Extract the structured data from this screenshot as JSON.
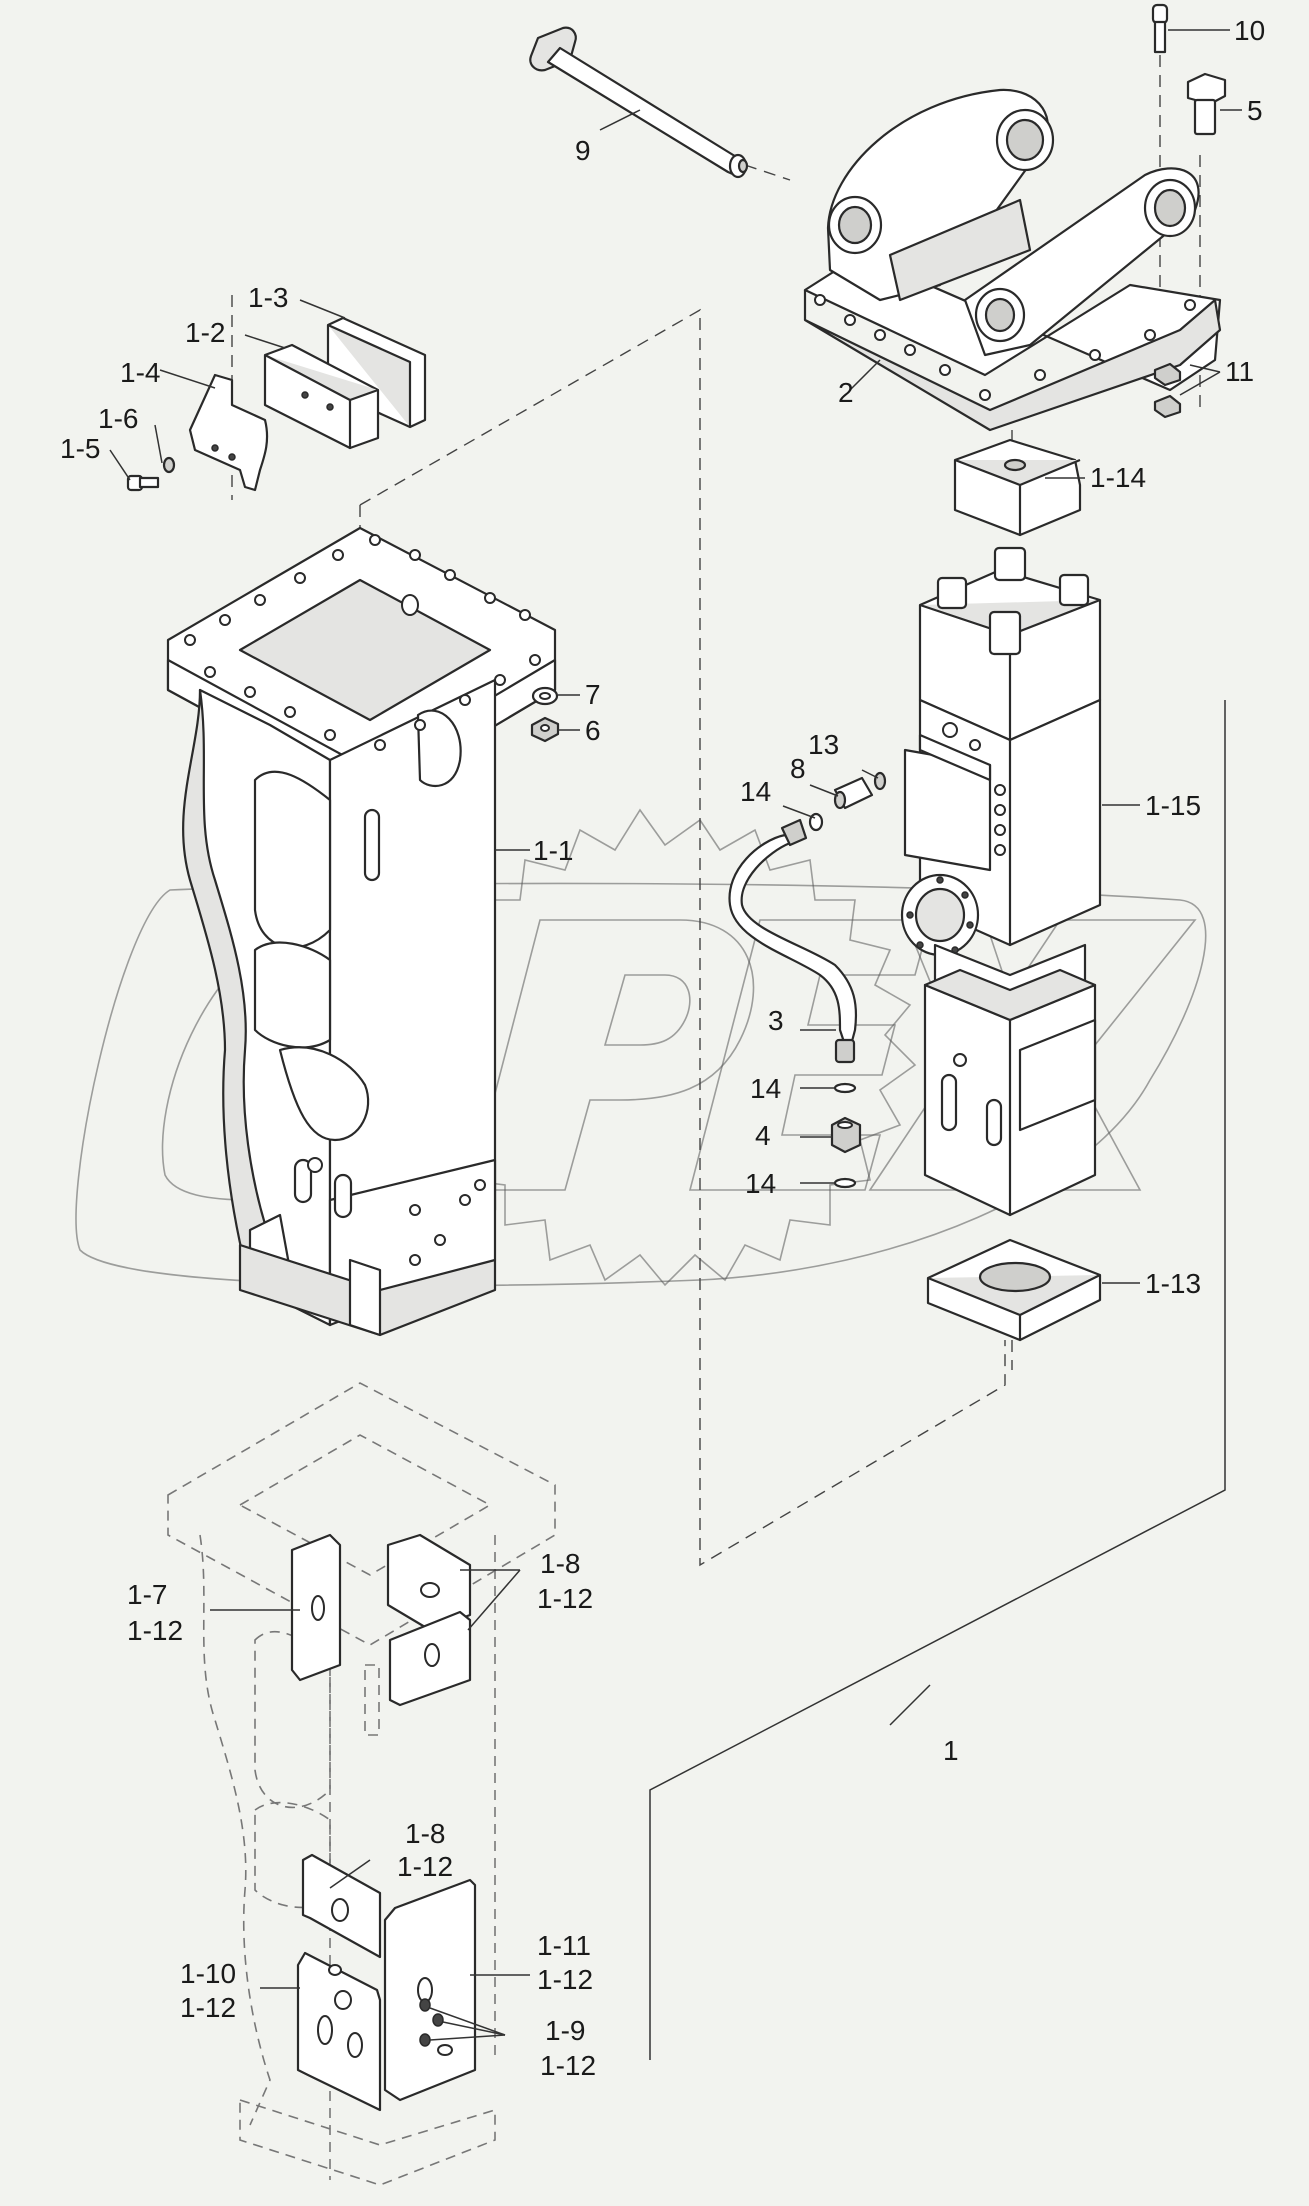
{
  "watermark": {
    "text": "OPEX"
  },
  "labels": {
    "l_10": "10",
    "l_5": "5",
    "l_9": "9",
    "l_11": "11",
    "l_2": "2",
    "l_1_3": "1-3",
    "l_1_2": "1-2",
    "l_1_4": "1-4",
    "l_1_6": "1-6",
    "l_1_5": "1-5",
    "l_1_14": "1-14",
    "l_7": "7",
    "l_6": "6",
    "l_13": "13",
    "l_8": "8",
    "l_14a": "14",
    "l_1_1": "1-1",
    "l_1_15": "1-15",
    "l_3": "3",
    "l_14b": "14",
    "l_4": "4",
    "l_14c": "14",
    "l_1_13": "1-13",
    "l_1_7": "1-7",
    "l_1_12a": "1-12",
    "l_1_8a": "1-8",
    "l_1_12b": "1-12",
    "l_1": "1",
    "l_1_8b": "1-8",
    "l_1_12c": "1-12",
    "l_1_11": "1-11",
    "l_1_12d": "1-12",
    "l_1_10": "1-10",
    "l_1_12e": "1-12",
    "l_1_9": "1-9",
    "l_1_12f": "1-12"
  }
}
